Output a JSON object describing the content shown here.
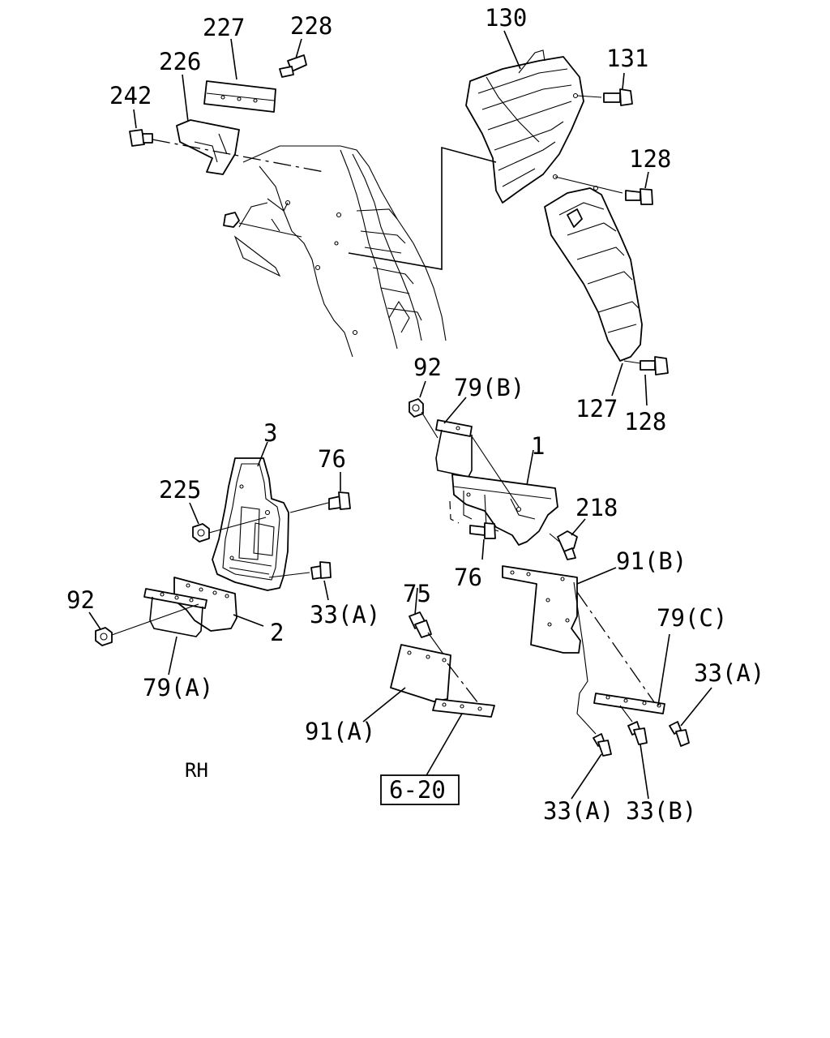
{
  "diagram": {
    "callouts": {
      "c227": "227",
      "c228": "228",
      "c226": "226",
      "c242": "242",
      "c130": "130",
      "c131": "131",
      "c128a": "128",
      "c128b": "128",
      "c127": "127",
      "c92a": "92",
      "c79b": "79(B)",
      "c1": "1",
      "c218": "218",
      "c3": "3",
      "c76a": "76",
      "c225": "225",
      "c76b": "76",
      "c91b": "91(B)",
      "c33a1": "33(A)",
      "c92b": "92",
      "c2": "2",
      "c79a": "79(A)",
      "c75": "75",
      "c79c": "79(C)",
      "c33a2": "33(A)",
      "c91a": "91(A)",
      "c33a3": "33(A)",
      "c33b": "33(B)"
    },
    "side_label": "RH",
    "reference_box": "6-20"
  }
}
